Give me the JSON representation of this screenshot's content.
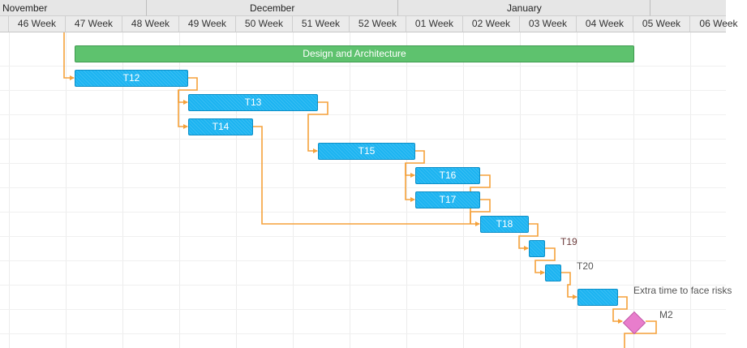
{
  "timeline": {
    "months": [
      {
        "label": "November"
      },
      {
        "label": "December"
      },
      {
        "label": "January"
      },
      {
        "label": ""
      }
    ],
    "weeks": [
      "46 Week",
      "47 Week",
      "48 Week",
      "49 Week",
      "50 Week",
      "51 Week",
      "52 Week",
      "01 Week",
      "02 Week",
      "03 Week",
      "04 Week",
      "05 Week",
      "06 Week"
    ]
  },
  "tasks": {
    "summary": {
      "label": "Design and Architecture"
    },
    "t12": {
      "label": "T12"
    },
    "t13": {
      "label": "T13"
    },
    "t14": {
      "label": "T14"
    },
    "t15": {
      "label": "T15"
    },
    "t16": {
      "label": "T16"
    },
    "t17": {
      "label": "T17"
    },
    "t18": {
      "label": "T18"
    },
    "t19": {
      "label": "T19"
    },
    "t20": {
      "label": "T20"
    },
    "extra": {
      "label": "Extra time to face risks"
    },
    "m2": {
      "label": "M2"
    }
  },
  "colors": {
    "task_fill": "#1cb4f1",
    "summary_fill": "#5ec26e",
    "milestone_fill": "#e87dcc",
    "link_color": "#f5a13a"
  }
}
